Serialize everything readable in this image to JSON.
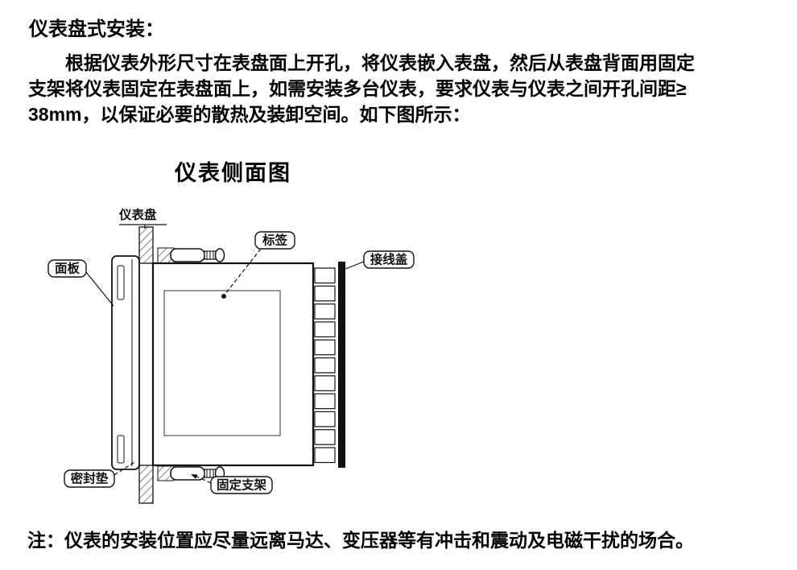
{
  "page": {
    "title": "仪表盘式安装：",
    "paragraph_lines": [
      "根据仪表外形尺寸在表盘面上开孔，将仪表嵌入表盘，然后从表盘背面用固定",
      "支架将仪表固定在表盘面上，如需安装多台仪表，要求仪表与仪表之间开孔间距≥",
      "38mm，以保证必要的散热及装卸空间。如下图所示："
    ],
    "note": "注：仪表的安装位置应尽量远离马达、变压器等有冲击和震动及电磁干扰的场合。"
  },
  "diagram": {
    "title": "仪表侧面图",
    "labels": {
      "panel": "仪表盘",
      "front_bezel": "面板",
      "tag": "标签",
      "terminal_cover": "接线盖",
      "gasket": "密封垫",
      "bracket": "固定支架"
    },
    "colors": {
      "line": "#111111",
      "cover_fill": "#111111"
    }
  }
}
